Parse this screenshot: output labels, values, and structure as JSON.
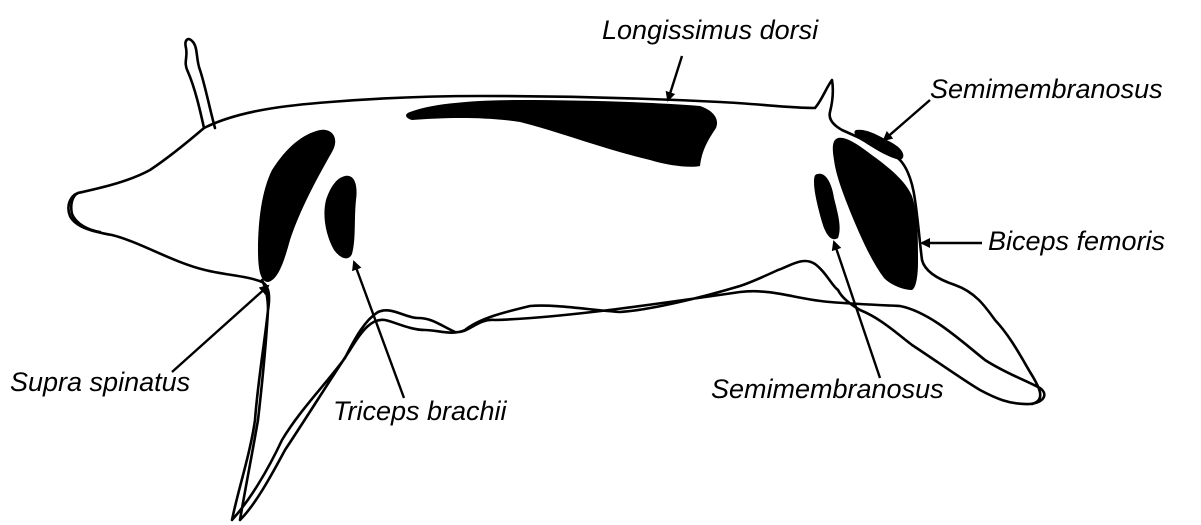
{
  "diagram": {
    "colors": {
      "outline": "#000000",
      "muscle_fill": "#000000",
      "background": "#ffffff"
    },
    "labels": {
      "longissimus_dorsi": "Longissimus dorsi",
      "semimembranosus_top": "Semimembranosus",
      "biceps_femoris": "Biceps femoris",
      "supra_spinatus": "Supra spinatus",
      "triceps_brachii": "Triceps brachii",
      "semimembranosus_bottom": "Semimembranosus"
    }
  }
}
